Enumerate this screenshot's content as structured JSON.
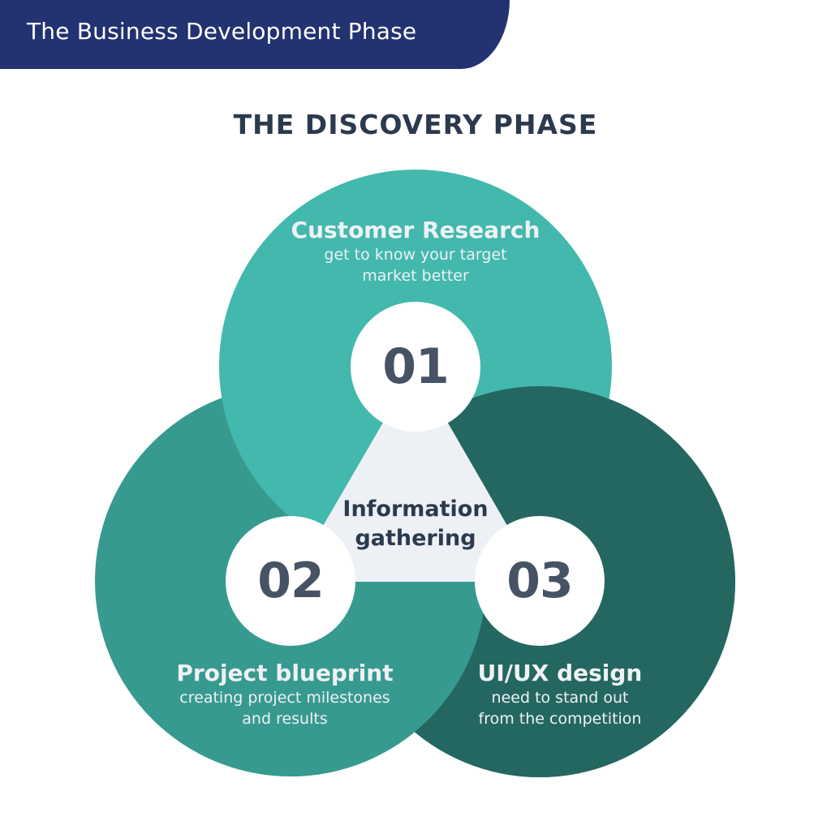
{
  "header": {
    "banner_title": "The Business Development Phase",
    "main_title": "THE DISCOVERY PHASE"
  },
  "colors": {
    "banner": "#233270",
    "circle_customer_research": "#43b8ad",
    "circle_project_blueprint": "#379a8f",
    "circle_uiux_design": "#246760",
    "center_triangle": "#edf0f5",
    "number_text": "#465365",
    "title_text": "#2c3a4e"
  },
  "diagram": {
    "center": {
      "label_line1": "Information",
      "label_line2": "gathering"
    },
    "circles": [
      {
        "number": "01",
        "title": "Customer Research",
        "desc_line1": "get to know your target",
        "desc_line2": "market better"
      },
      {
        "number": "02",
        "title": "Project blueprint",
        "desc_line1": "creating project milestones",
        "desc_line2": "and results"
      },
      {
        "number": "03",
        "title": "UI/UX design",
        "desc_line1": "need to stand out",
        "desc_line2": "from the competition"
      }
    ]
  }
}
